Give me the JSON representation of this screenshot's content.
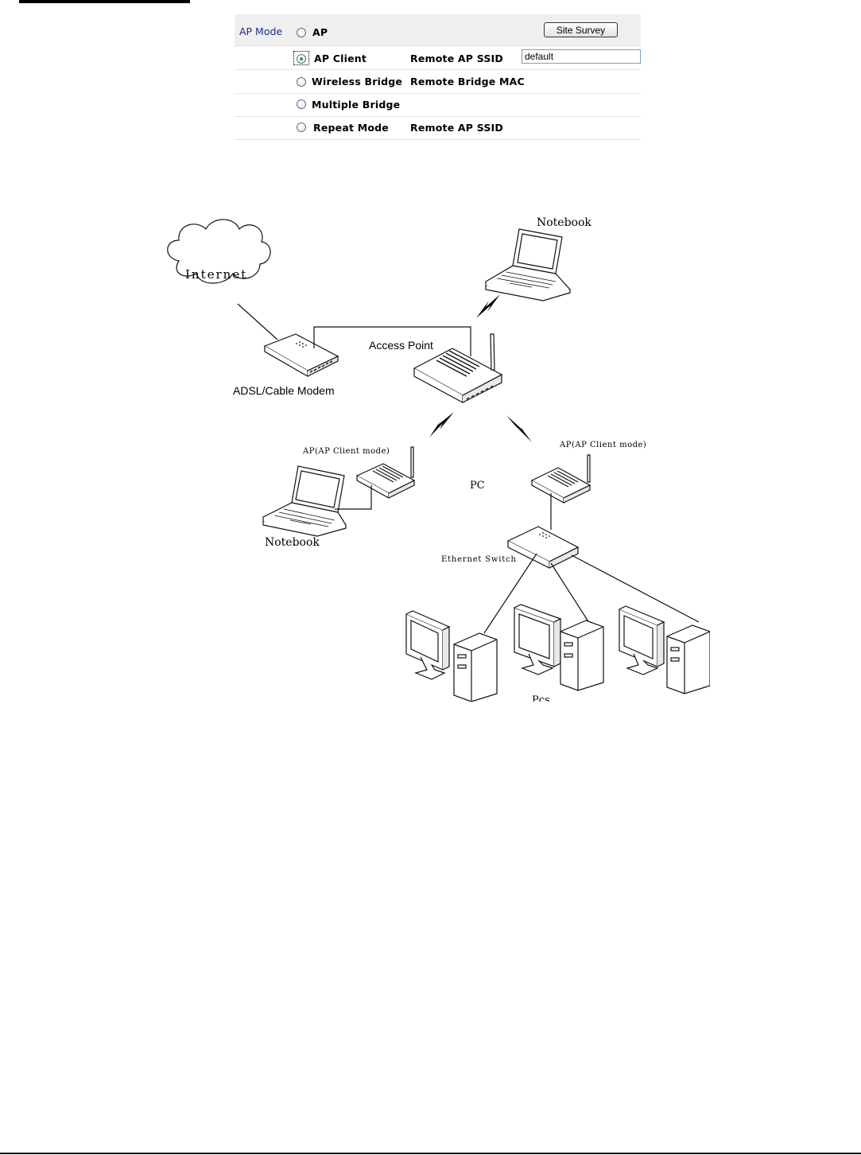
{
  "ap_mode": {
    "title": "AP Mode",
    "options": [
      {
        "label": "AP",
        "selected": false
      },
      {
        "label": "AP Client",
        "selected": true
      },
      {
        "label": "Wireless Bridge",
        "selected": false
      },
      {
        "label": "Multiple Bridge",
        "selected": false
      },
      {
        "label": "Repeat Mode",
        "selected": false
      }
    ],
    "site_survey_label": "Site Survey",
    "fields": {
      "ap_client_label": "Remote AP SSID",
      "ap_client_value": "default",
      "wireless_bridge_label": "Remote Bridge MAC",
      "repeat_mode_label": "Remote AP SSID"
    },
    "colors": {
      "title": "#1a2a8c",
      "selected_dot": "#2e9e3a",
      "panel_bg": "#efefef"
    }
  },
  "diagram": {
    "internet": "Internet",
    "modem": "ADSL/Cable Modem",
    "access_point": "Access Point",
    "notebook_top": "Notebook",
    "ap_client_left": "AP(AP Client mode)",
    "ap_client_right": "AP(AP Client mode)",
    "notebook_bottom": "Notebook",
    "pc": "PC",
    "ethernet_switch": "Ethernet Switch",
    "pcs": "Pcs",
    "icons": [
      "cloud-icon",
      "modem-icon",
      "access-point-icon",
      "notebook-icon",
      "ap-client-icon",
      "switch-icon",
      "desktop-pc-icon",
      "wireless-signal-icon"
    ]
  }
}
